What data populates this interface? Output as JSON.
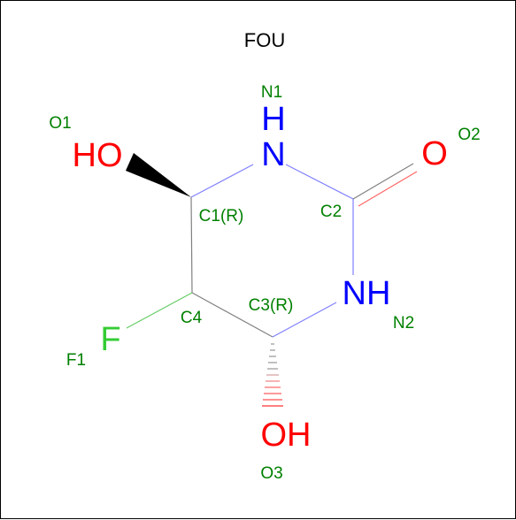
{
  "title": "FOU",
  "colors": {
    "carbon_bond": "#808080",
    "nitrogen": "#0000ff",
    "oxygen": "#ff0000",
    "fluorine": "#33cc33",
    "label": "#008000",
    "title": "#000000"
  },
  "atoms": {
    "o1": {
      "symbol": "HO",
      "label": "O1"
    },
    "n1": {
      "symbol": "N",
      "hydrogen": "H",
      "label": "N1"
    },
    "o2": {
      "symbol": "O",
      "label": "O2"
    },
    "c1": {
      "label": "C1(R)"
    },
    "c2": {
      "label": "C2"
    },
    "n2": {
      "symbol": "NH",
      "label": "N2"
    },
    "c3": {
      "label": "C3(R)"
    },
    "c4": {
      "label": "C4"
    },
    "f1": {
      "symbol": "F",
      "label": "F1"
    },
    "o3": {
      "symbol": "OH",
      "label": "O3"
    }
  }
}
